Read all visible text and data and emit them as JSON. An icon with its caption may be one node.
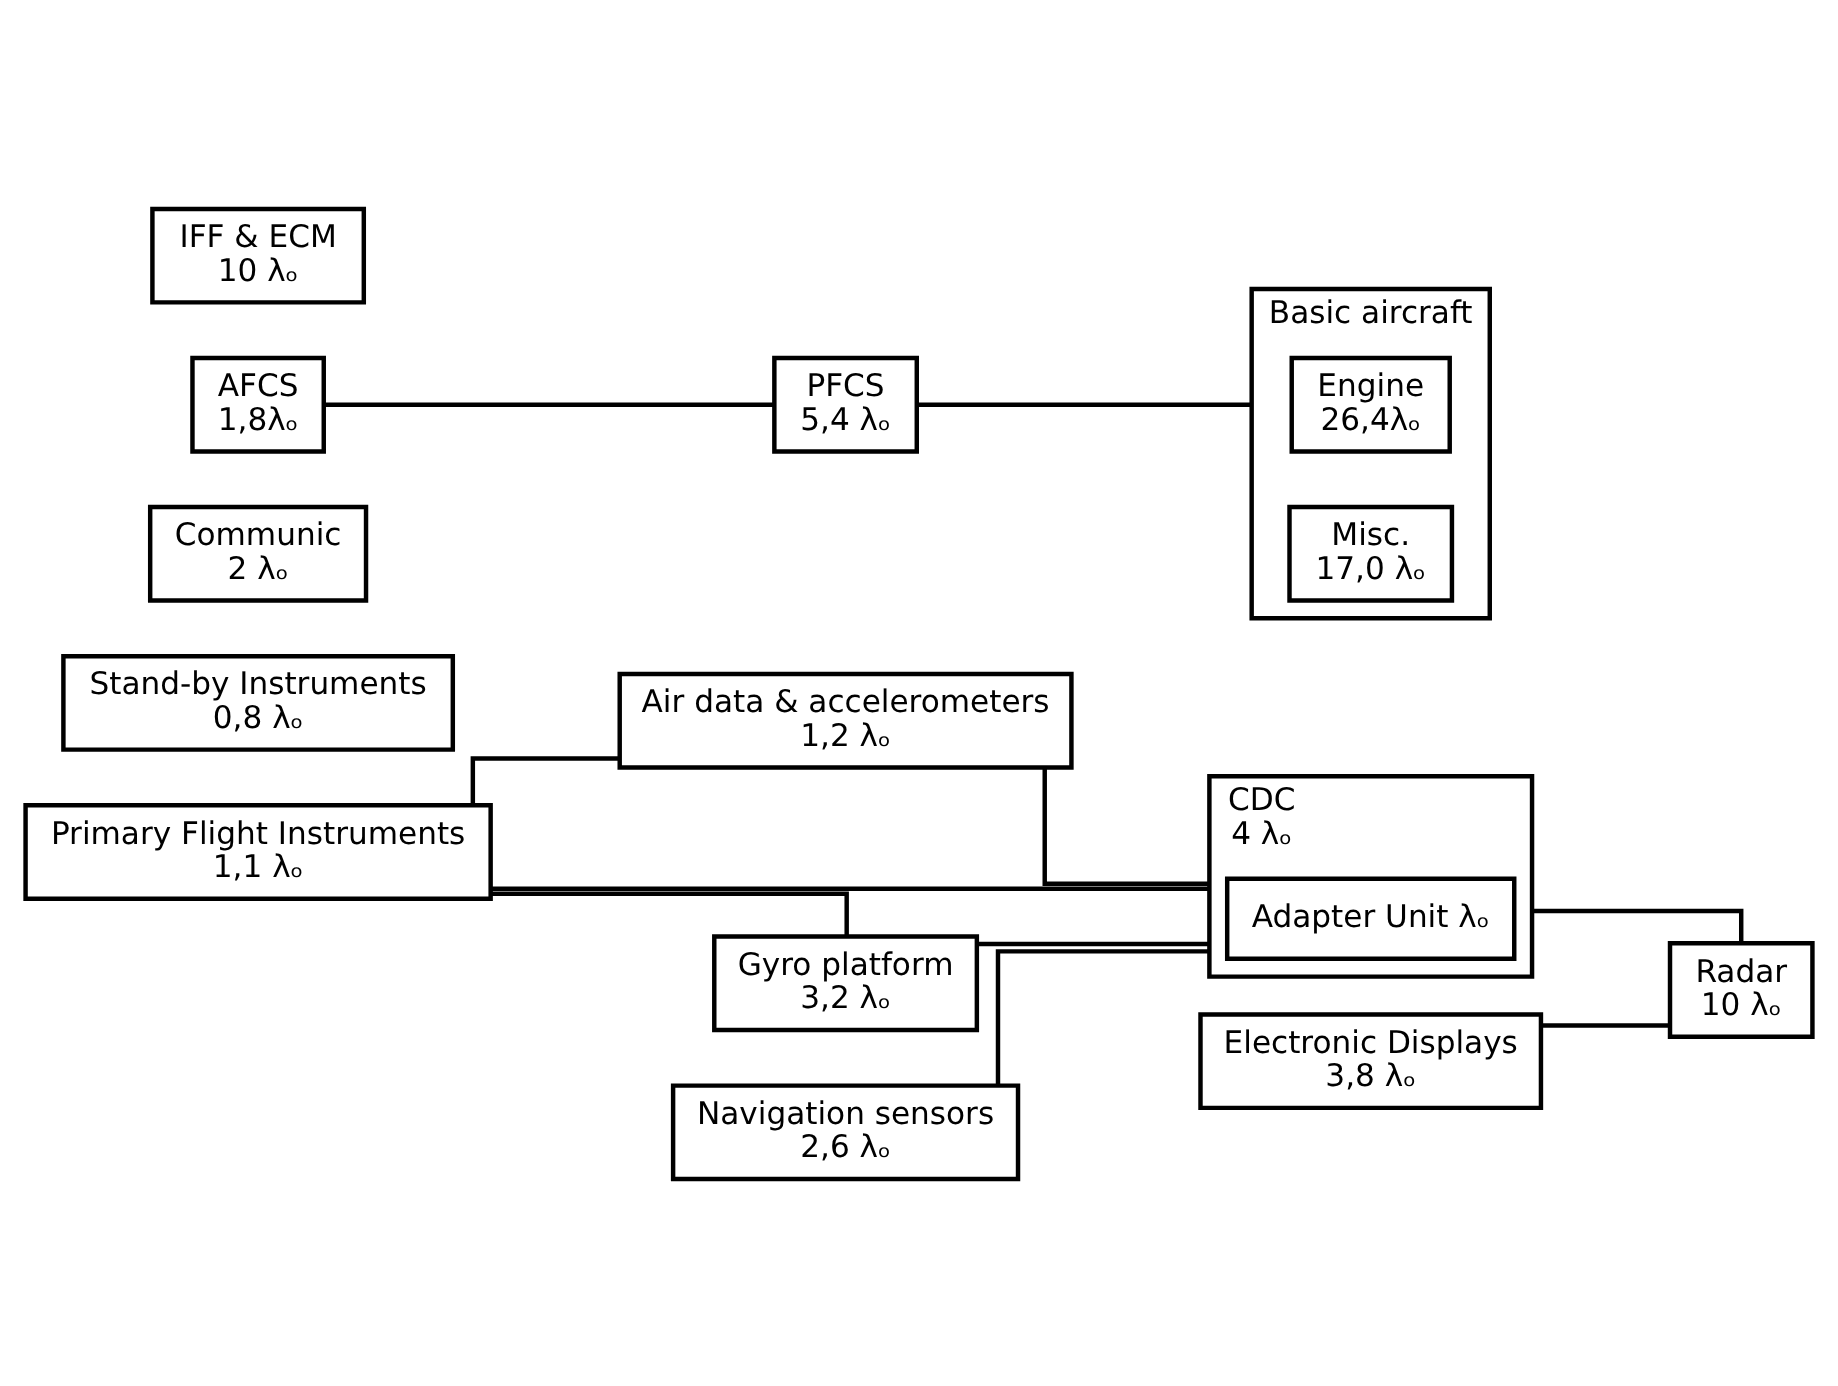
{
  "diagram": {
    "nodes": [
      {
        "text": [
          "Primary Flight Instruments",
          "1,1 λₒ"
        ]
      },
      {
        "text": [
          "Electronic Displays",
          "3,8 λₒ"
        ]
      },
      {
        "text": [
          "Stand-by Instruments",
          "0,8 λₒ"
        ]
      },
      {
        "text": [
          "Air data & accelerometers",
          "1,2 λₒ"
        ]
      },
      {
        "text": [
          "CDC",
          "4 λₒ"
        ]
      },
      {
        "text": [
          "Adapter Unit λₒ"
        ],
        "in": 4
      },
      {
        "text": [
          "Radar",
          "10 λₒ"
        ]
      },
      {
        "text": [
          "Gyro platform",
          "3,2 λₒ"
        ]
      },
      {
        "text": [
          "Communic",
          "2 λₒ"
        ]
      },
      {
        "text": [
          "AFCS",
          "1,8λₒ"
        ]
      },
      {
        "text": [
          "IFF & ECM",
          "10 λₒ"
        ]
      },
      {
        "text": [
          "Navigation sensors",
          "2,6 λₒ"
        ]
      },
      {
        "text": [
          "PFCS",
          "5,4 λₒ"
        ]
      },
      {
        "text": [
          "Basic aircraft"
        ]
      },
      {
        "text": [
          "Engine",
          "26,4λₒ"
        ],
        "in": 13
      },
      {
        "text": [
          "Misc.",
          "17,0 λₒ"
        ],
        "in": 13
      }
    ],
    "edges": [
      {
        "from": 0,
        "to": 3,
        "arrow": "none"
      },
      {
        "from": 0,
        "to": 7,
        "arrow": "none"
      },
      {
        "from": 0,
        "to": 4,
        "arrow": "none"
      },
      {
        "from": 1,
        "to": 6,
        "arrow": "none"
      },
      {
        "from": 3,
        "to": 4,
        "arrow": "none"
      },
      {
        "from": 7,
        "to": 4,
        "arrow": "none"
      },
      {
        "from": 11,
        "to": 4,
        "arrow": "none"
      },
      {
        "from": 4,
        "to": 6,
        "arrow": "none"
      },
      {
        "from": 9,
        "to": 12,
        "arrow": "none"
      },
      {
        "from": 12,
        "to": 13,
        "arrow": "none"
      }
    ]
  }
}
